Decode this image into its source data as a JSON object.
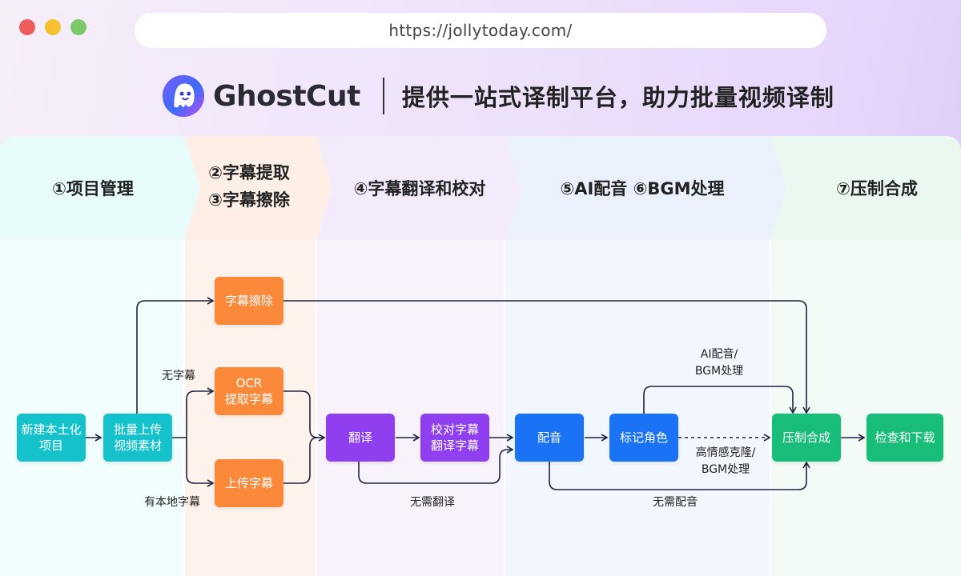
{
  "browser": {
    "url": "https://jollytoday.com/",
    "dot_colors": [
      "#ee5d5d",
      "#f5c12e",
      "#7cc768"
    ]
  },
  "brand": {
    "name": "GhostCut",
    "tagline": "提供一站式译制平台，助力批量视频译制",
    "icon": "ghost-logo-icon"
  },
  "stages": [
    {
      "lines": [
        "①项目管理"
      ],
      "color": "#e8fbfb"
    },
    {
      "lines": [
        "②字幕提取",
        "③字幕擦除"
      ],
      "color": "#fdefe6"
    },
    {
      "lines": [
        "④字幕翻译和校对"
      ],
      "color": "#f3ebfc"
    },
    {
      "lines": [
        "⑤AI配音 ⑥BGM处理"
      ],
      "color": "#eaf1fd"
    },
    {
      "lines": [
        "⑦压制合成"
      ],
      "color": "#eaf8ef"
    }
  ],
  "nodes": {
    "new_project": [
      "新建本土化",
      "项目"
    ],
    "batch_upload": [
      "批量上传",
      "视频素材"
    ],
    "subtitle_erase": [
      "字幕擦除"
    ],
    "ocr_extract": [
      "OCR",
      "提取字幕"
    ],
    "upload_subtitle": [
      "上传字幕"
    ],
    "translate": [
      "翻译"
    ],
    "proofread": [
      "校对字幕",
      "翻译字幕"
    ],
    "dubbing": [
      "配音"
    ],
    "mark_role": [
      "标记角色"
    ],
    "compose": [
      "压制合成"
    ],
    "check_download": [
      "检查和下载"
    ]
  },
  "edge_labels": {
    "no_subtitle": "无字幕",
    "local_subtitle": "有本地字幕",
    "no_translate": "无需翻译",
    "ai_dub_bgm": [
      "AI配音/",
      "BGM处理"
    ],
    "voice_clone_bgm": [
      "高情感克隆/",
      "BGM处理"
    ],
    "no_dub": "无需配音"
  },
  "colors": {
    "teal": "#15c2cb",
    "orange": "#fa8a3a",
    "purple": "#8f3ef0",
    "blue": "#1a73f5",
    "green": "#17bd78",
    "arrow": "#1f2440"
  }
}
